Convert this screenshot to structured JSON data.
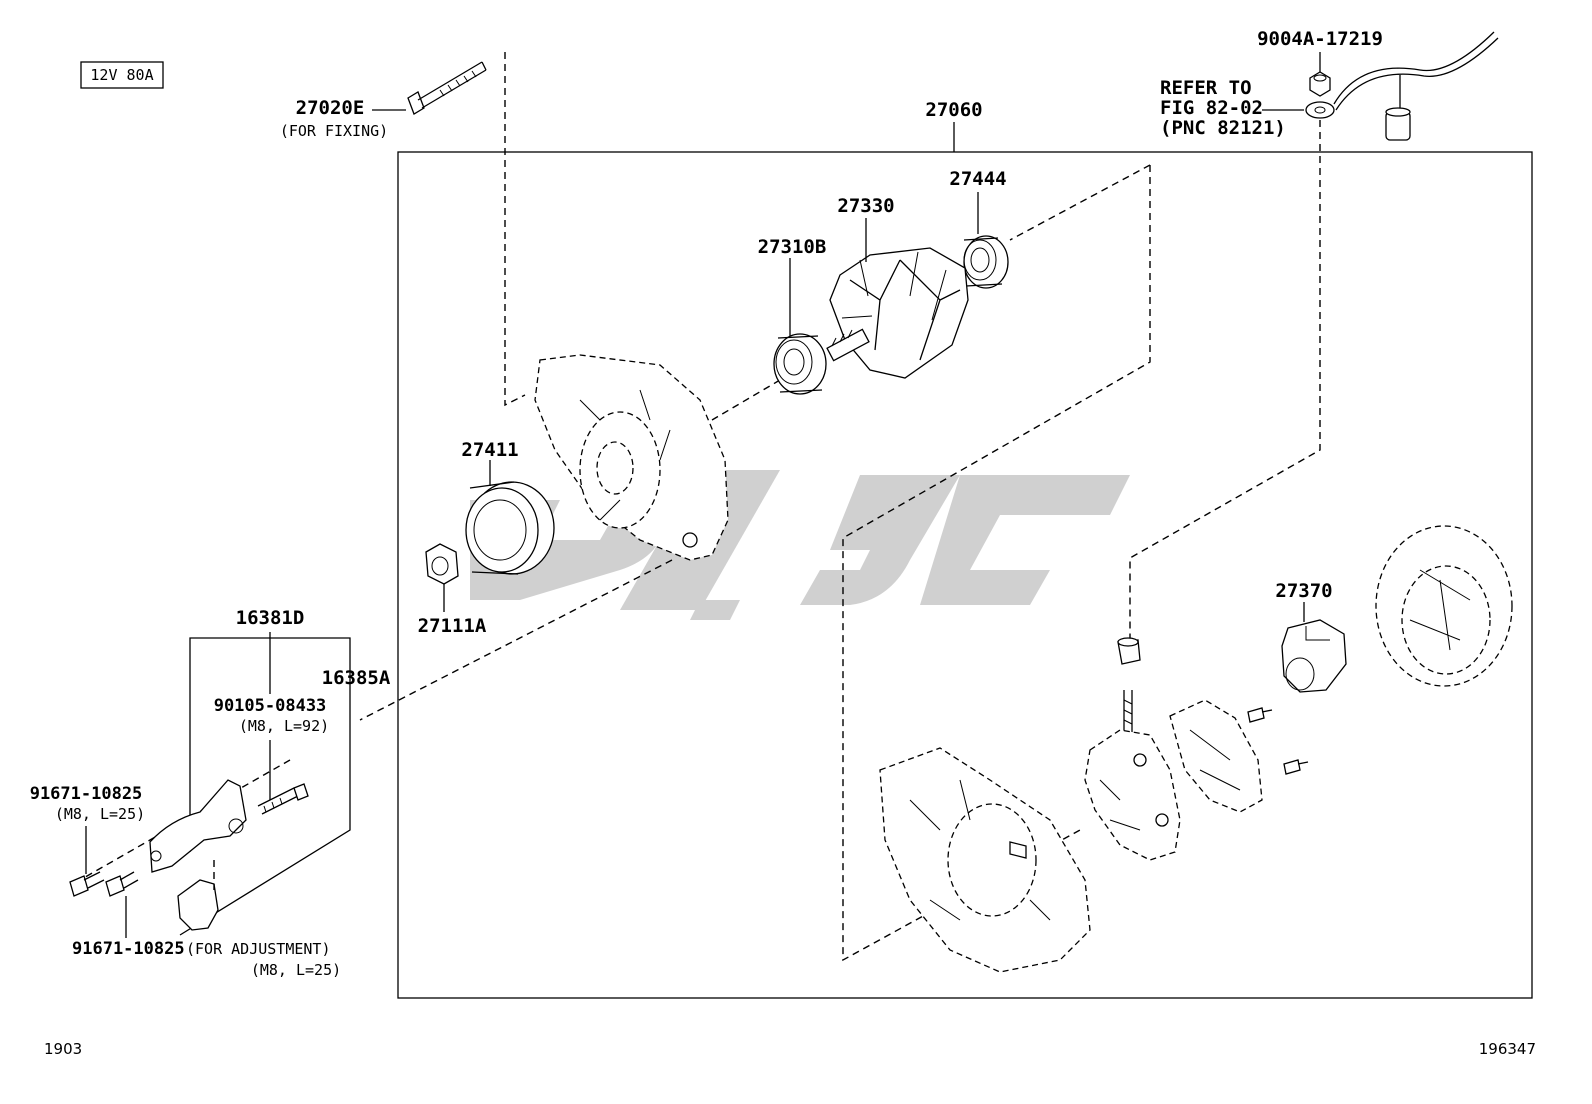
{
  "spec_box": "12V 80A",
  "footer": {
    "left_code": "1903",
    "right_code": "196347"
  },
  "assembly": {
    "pn": "27060"
  },
  "refer": {
    "line1": "REFER TO",
    "line2": "FIG 82-02",
    "line3": "(PNC 82121)"
  },
  "parts": {
    "p27020E": {
      "pn": "27020E",
      "note": "(FOR FIXING)"
    },
    "p9004A": {
      "pn": "9004A-17219"
    },
    "p27444": {
      "pn": "27444"
    },
    "p27330": {
      "pn": "27330"
    },
    "p27310B": {
      "pn": "27310B"
    },
    "p27411": {
      "pn": "27411"
    },
    "p27111A": {
      "pn": "27111A"
    },
    "p27370": {
      "pn": "27370"
    },
    "p16381D": {
      "pn": "16381D"
    },
    "p16385A": {
      "pn": "16385A"
    },
    "p90105": {
      "pn": "90105-08433",
      "note": "(M8, L=92)"
    },
    "p91671a": {
      "pn": "91671-10825",
      "note": "(M8, L=25)"
    },
    "p91671b": {
      "pn": "91671-10825",
      "suffix": "(FOR ADJUSTMENT)",
      "note": "(M8, L=25)"
    }
  },
  "colors": {
    "line": "#000000",
    "watermark": "#c8c8c8",
    "background": "#ffffff"
  }
}
